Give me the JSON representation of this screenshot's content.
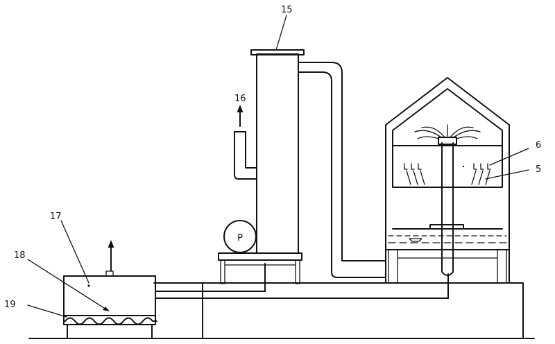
{
  "labels": {
    "l15": "15",
    "l16": "16",
    "l17": "17",
    "l18": "18",
    "l19": "19",
    "l6": "6",
    "l5": "5",
    "pump": "P"
  },
  "colors": {
    "stroke": "#111111",
    "background": "#ffffff"
  }
}
